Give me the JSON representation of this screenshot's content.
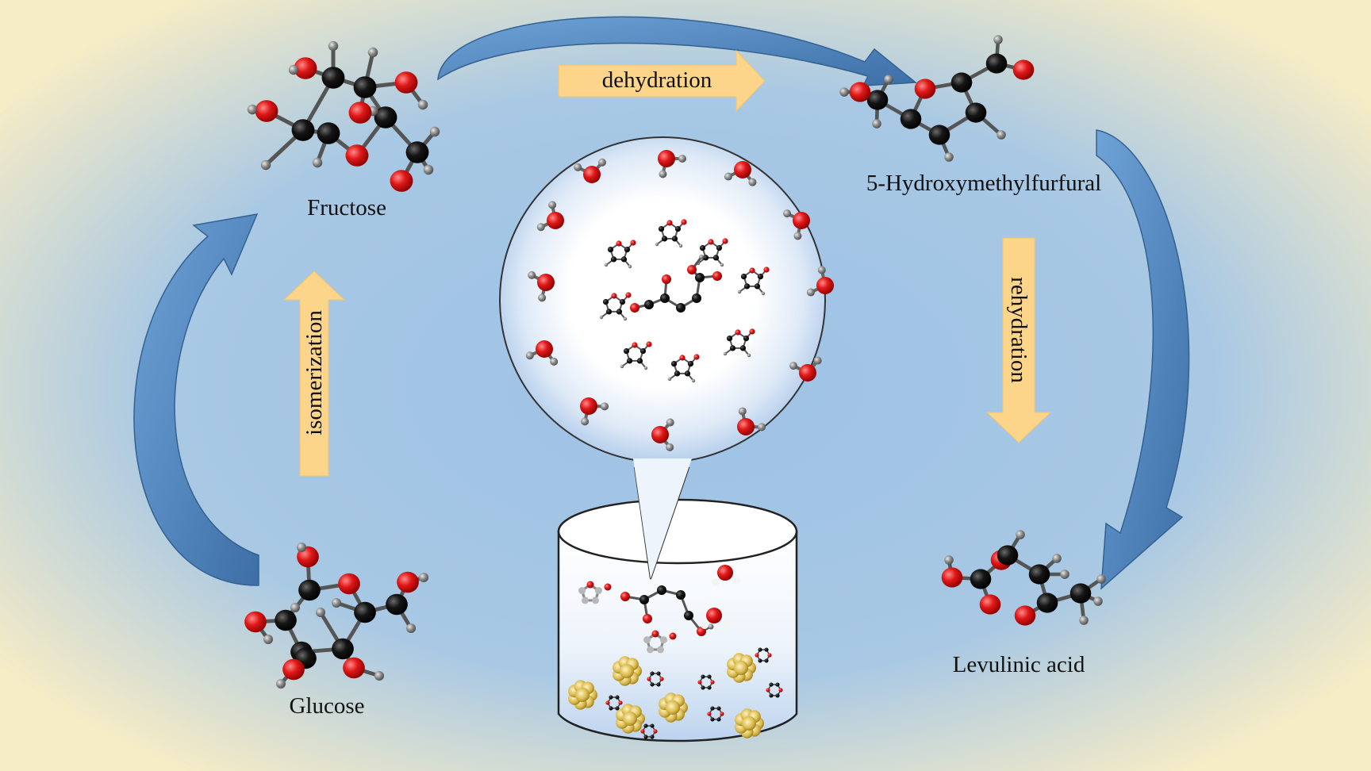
{
  "molecules": {
    "fructose": "Fructose",
    "hmf": "5-Hydroxymethylfurfural",
    "levulinic": "Levulinic acid",
    "glucose": "Glucose"
  },
  "steps": {
    "dehydration": "dehydration",
    "rehydration": "rehydration",
    "isomerization": "isomerization"
  },
  "colors": {
    "background_center": "#9ec2e6",
    "background_edge": "#f6ecc6",
    "cycle_arrow": "#4f86bf",
    "step_arrow": "#fcd48a",
    "oxygen": "#d81414",
    "carbon": "#111111",
    "hydrogen": "#7a7a7a"
  },
  "icons": [
    "cycle-arrow-icon",
    "molecule-icon",
    "water-molecule-icon",
    "reactor-vessel-icon",
    "zoom-bubble-icon"
  ]
}
